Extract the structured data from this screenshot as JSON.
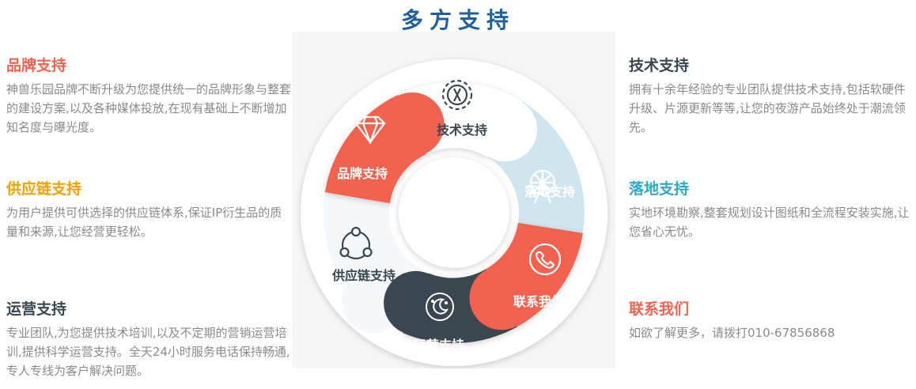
{
  "title": "多方支持",
  "colors": {
    "title": "#1f5fa0",
    "brand": "#f26250",
    "supply": "#f5a000",
    "ops": "#3b4750",
    "tech": "#3b4750",
    "land": "#2fa8c8",
    "contact": "#f26250",
    "body_text": "#8a8a8a"
  },
  "left_blocks": [
    {
      "heading": "品牌支持",
      "text": "神兽乐园品牌不断升级为您提供统一的品牌形象与整套的建设方案,以及各种媒体投放,在现有基础上不断增加知名度与曝光度。"
    },
    {
      "heading": "供应链支持",
      "text": "为用户提供可供选择的供应链体系,保证IP衍生品的质量和来源,让您经营更轻松。"
    },
    {
      "heading": "运营支持",
      "text": "专业团队,为您提供技术培训,以及不定期的营销运营培训,提供科学运营支持。全天24小时服务电话保持畅通,专人专线为客户解决问题。"
    }
  ],
  "right_blocks": [
    {
      "heading": "技术支持",
      "text": "拥有十余年经验的专业团队提供技术支持,包括软硬件升级、片源更新等等,让您的夜游产品始终处于潮流领先。"
    },
    {
      "heading": "落地支持",
      "text": "实地环境勘察,整套规划设计图纸和全流程安装实施,让您省心无忧。"
    },
    {
      "heading": "联系我们",
      "text": "如欲了解更多，请拨打010-67856868"
    }
  ],
  "wheel": {
    "segments": [
      {
        "label": "技术支持",
        "icon": "gear-wrench-icon"
      },
      {
        "label": "落地支持",
        "icon": "ferris-wheel-icon"
      },
      {
        "label": "联系我们",
        "icon": "phone-icon"
      },
      {
        "label": "运营支持",
        "icon": "moon-stars-icon"
      },
      {
        "label": "供应链支持",
        "icon": "network-icon"
      },
      {
        "label": "品牌支持",
        "icon": "diamond-icon"
      }
    ]
  }
}
